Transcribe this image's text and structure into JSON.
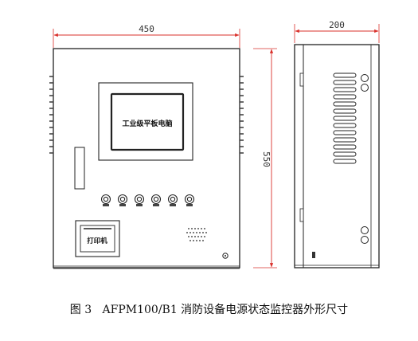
{
  "dimensions": {
    "front_width": "450",
    "side_width": "200",
    "height": "550"
  },
  "labels": {
    "screen": "工业级平板电脑",
    "printer": "打印机"
  },
  "caption": {
    "figure_number": "图 3",
    "text": "AFPM100/B1 消防设备电源状态监控器外形尺寸"
  },
  "colors": {
    "dimension": "#d9302b",
    "outline": "#222222"
  }
}
